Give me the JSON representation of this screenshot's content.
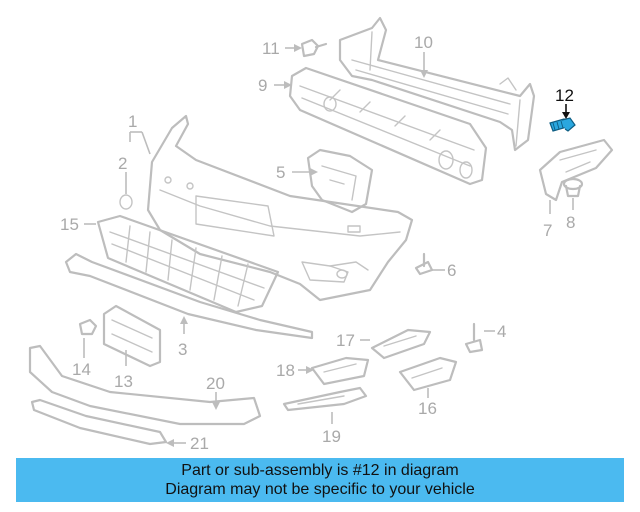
{
  "callouts": {
    "c1": "1",
    "c2": "2",
    "c3": "3",
    "c4": "4",
    "c5": "5",
    "c6": "6",
    "c7": "7",
    "c8": "8",
    "c9": "9",
    "c10": "10",
    "c11": "11",
    "c12": "12",
    "c13": "13",
    "c14": "14",
    "c15": "15",
    "c16": "16",
    "c17": "17",
    "c18": "18",
    "c19": "19",
    "c20": "20",
    "c21": "21"
  },
  "highlighted_part": "12",
  "colors": {
    "highlight_part_fill": "#2aa7df",
    "banner_background": "#4bbaf0",
    "line_art": "#bdbdbd",
    "callout_text": "#a9a9a9"
  },
  "banner": {
    "line1": "Part or sub-assembly is #12 in diagram",
    "line2": "Diagram may not be specific to your vehicle"
  }
}
